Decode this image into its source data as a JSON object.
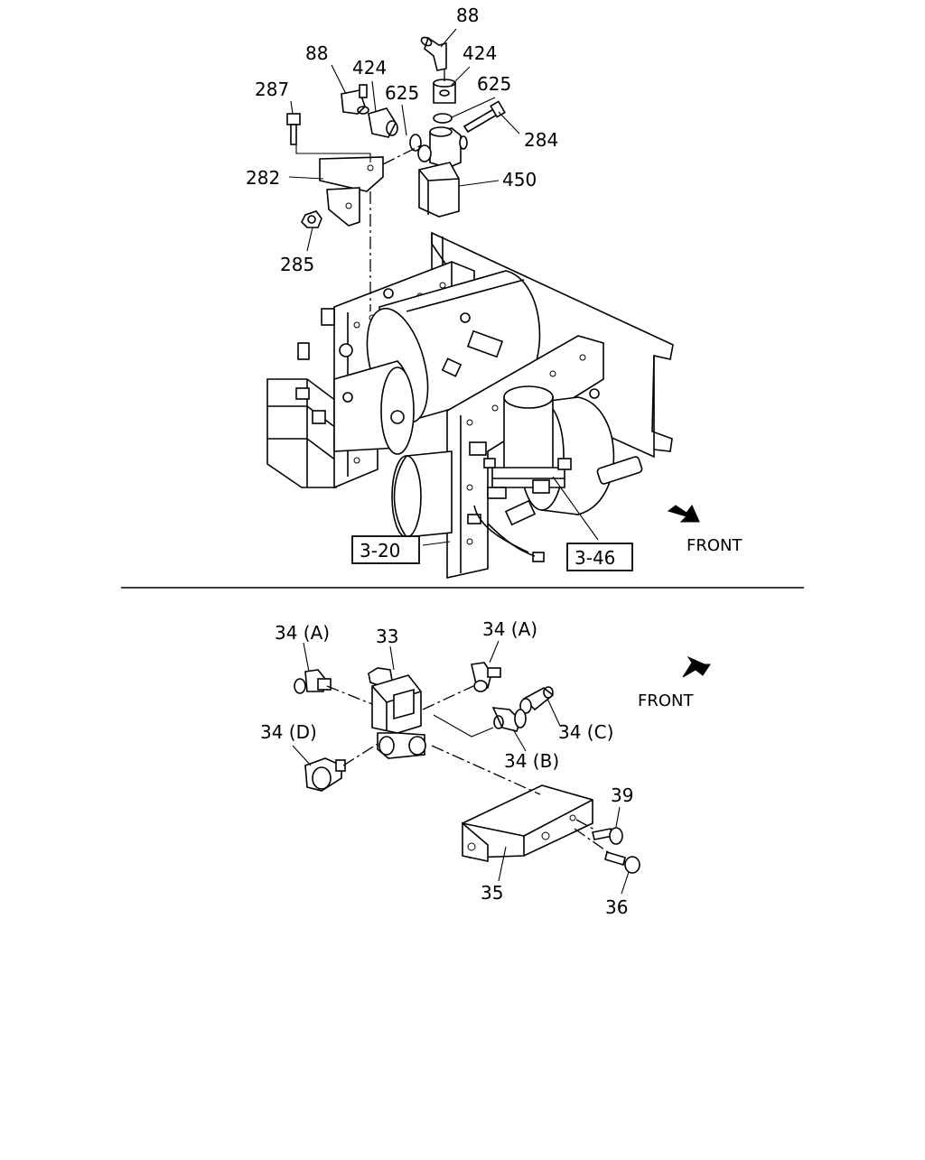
{
  "top_section": {
    "callouts": {
      "c88a": "88",
      "c424a": "424",
      "c88b": "88",
      "c424b": "424",
      "c625a": "625",
      "c625b": "625",
      "c287": "287",
      "c284": "284",
      "c282": "282",
      "c450": "450",
      "c285": "285"
    },
    "references": {
      "r1": "3-20",
      "r2": "3-46"
    },
    "front_label": "FRONT"
  },
  "bottom_section": {
    "callouts": {
      "c34a_left": "34 (A)",
      "c33": "33",
      "c34a_right": "34 (A)",
      "c34d": "34 (D)",
      "c34c": "34 (C)",
      "c34b": "34 (B)",
      "c39": "39",
      "c35": "35",
      "c36": "36"
    },
    "front_label": "FRONT"
  }
}
